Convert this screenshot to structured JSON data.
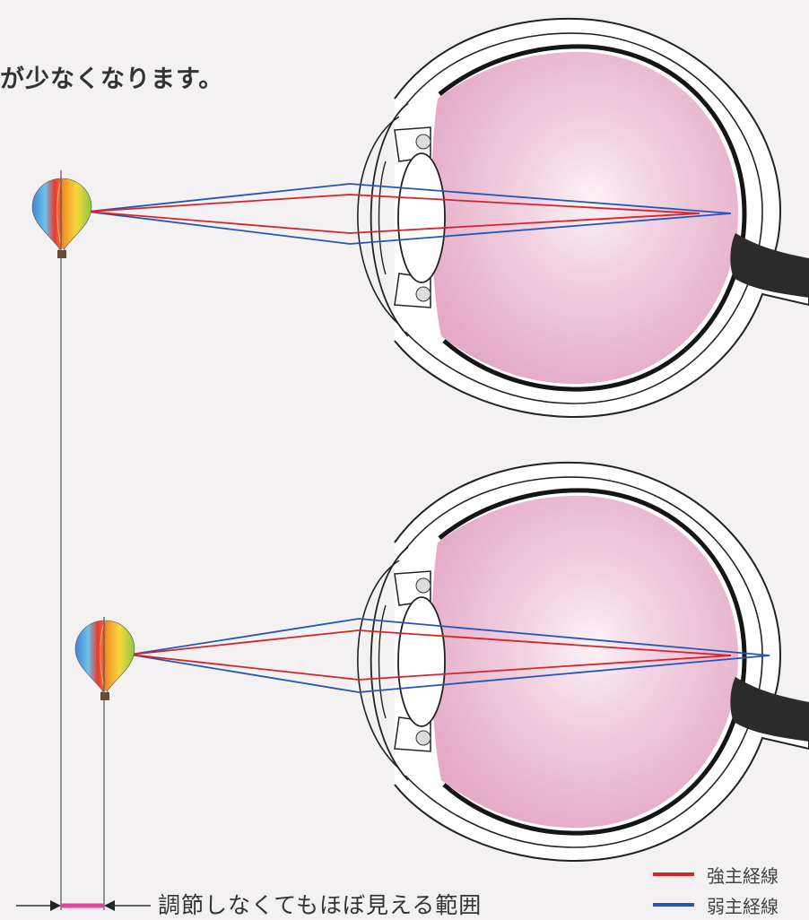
{
  "header": {
    "text": "が少なくなります。"
  },
  "range_annotation": {
    "text": "調節しなくてもほぼ見える範囲"
  },
  "legend": {
    "items": [
      {
        "label": "強主経線",
        "color": "#d9232a"
      },
      {
        "label": "弱主経線",
        "color": "#2456b8"
      }
    ]
  },
  "colors": {
    "strong_meridian": "#d9232a",
    "weak_meridian": "#2456b8",
    "range_bar": "#e0489a",
    "vitreous": "#ecc0d4",
    "eye_outline": "#1a1a1a",
    "optic_nerve": "#2b2b2b"
  }
}
